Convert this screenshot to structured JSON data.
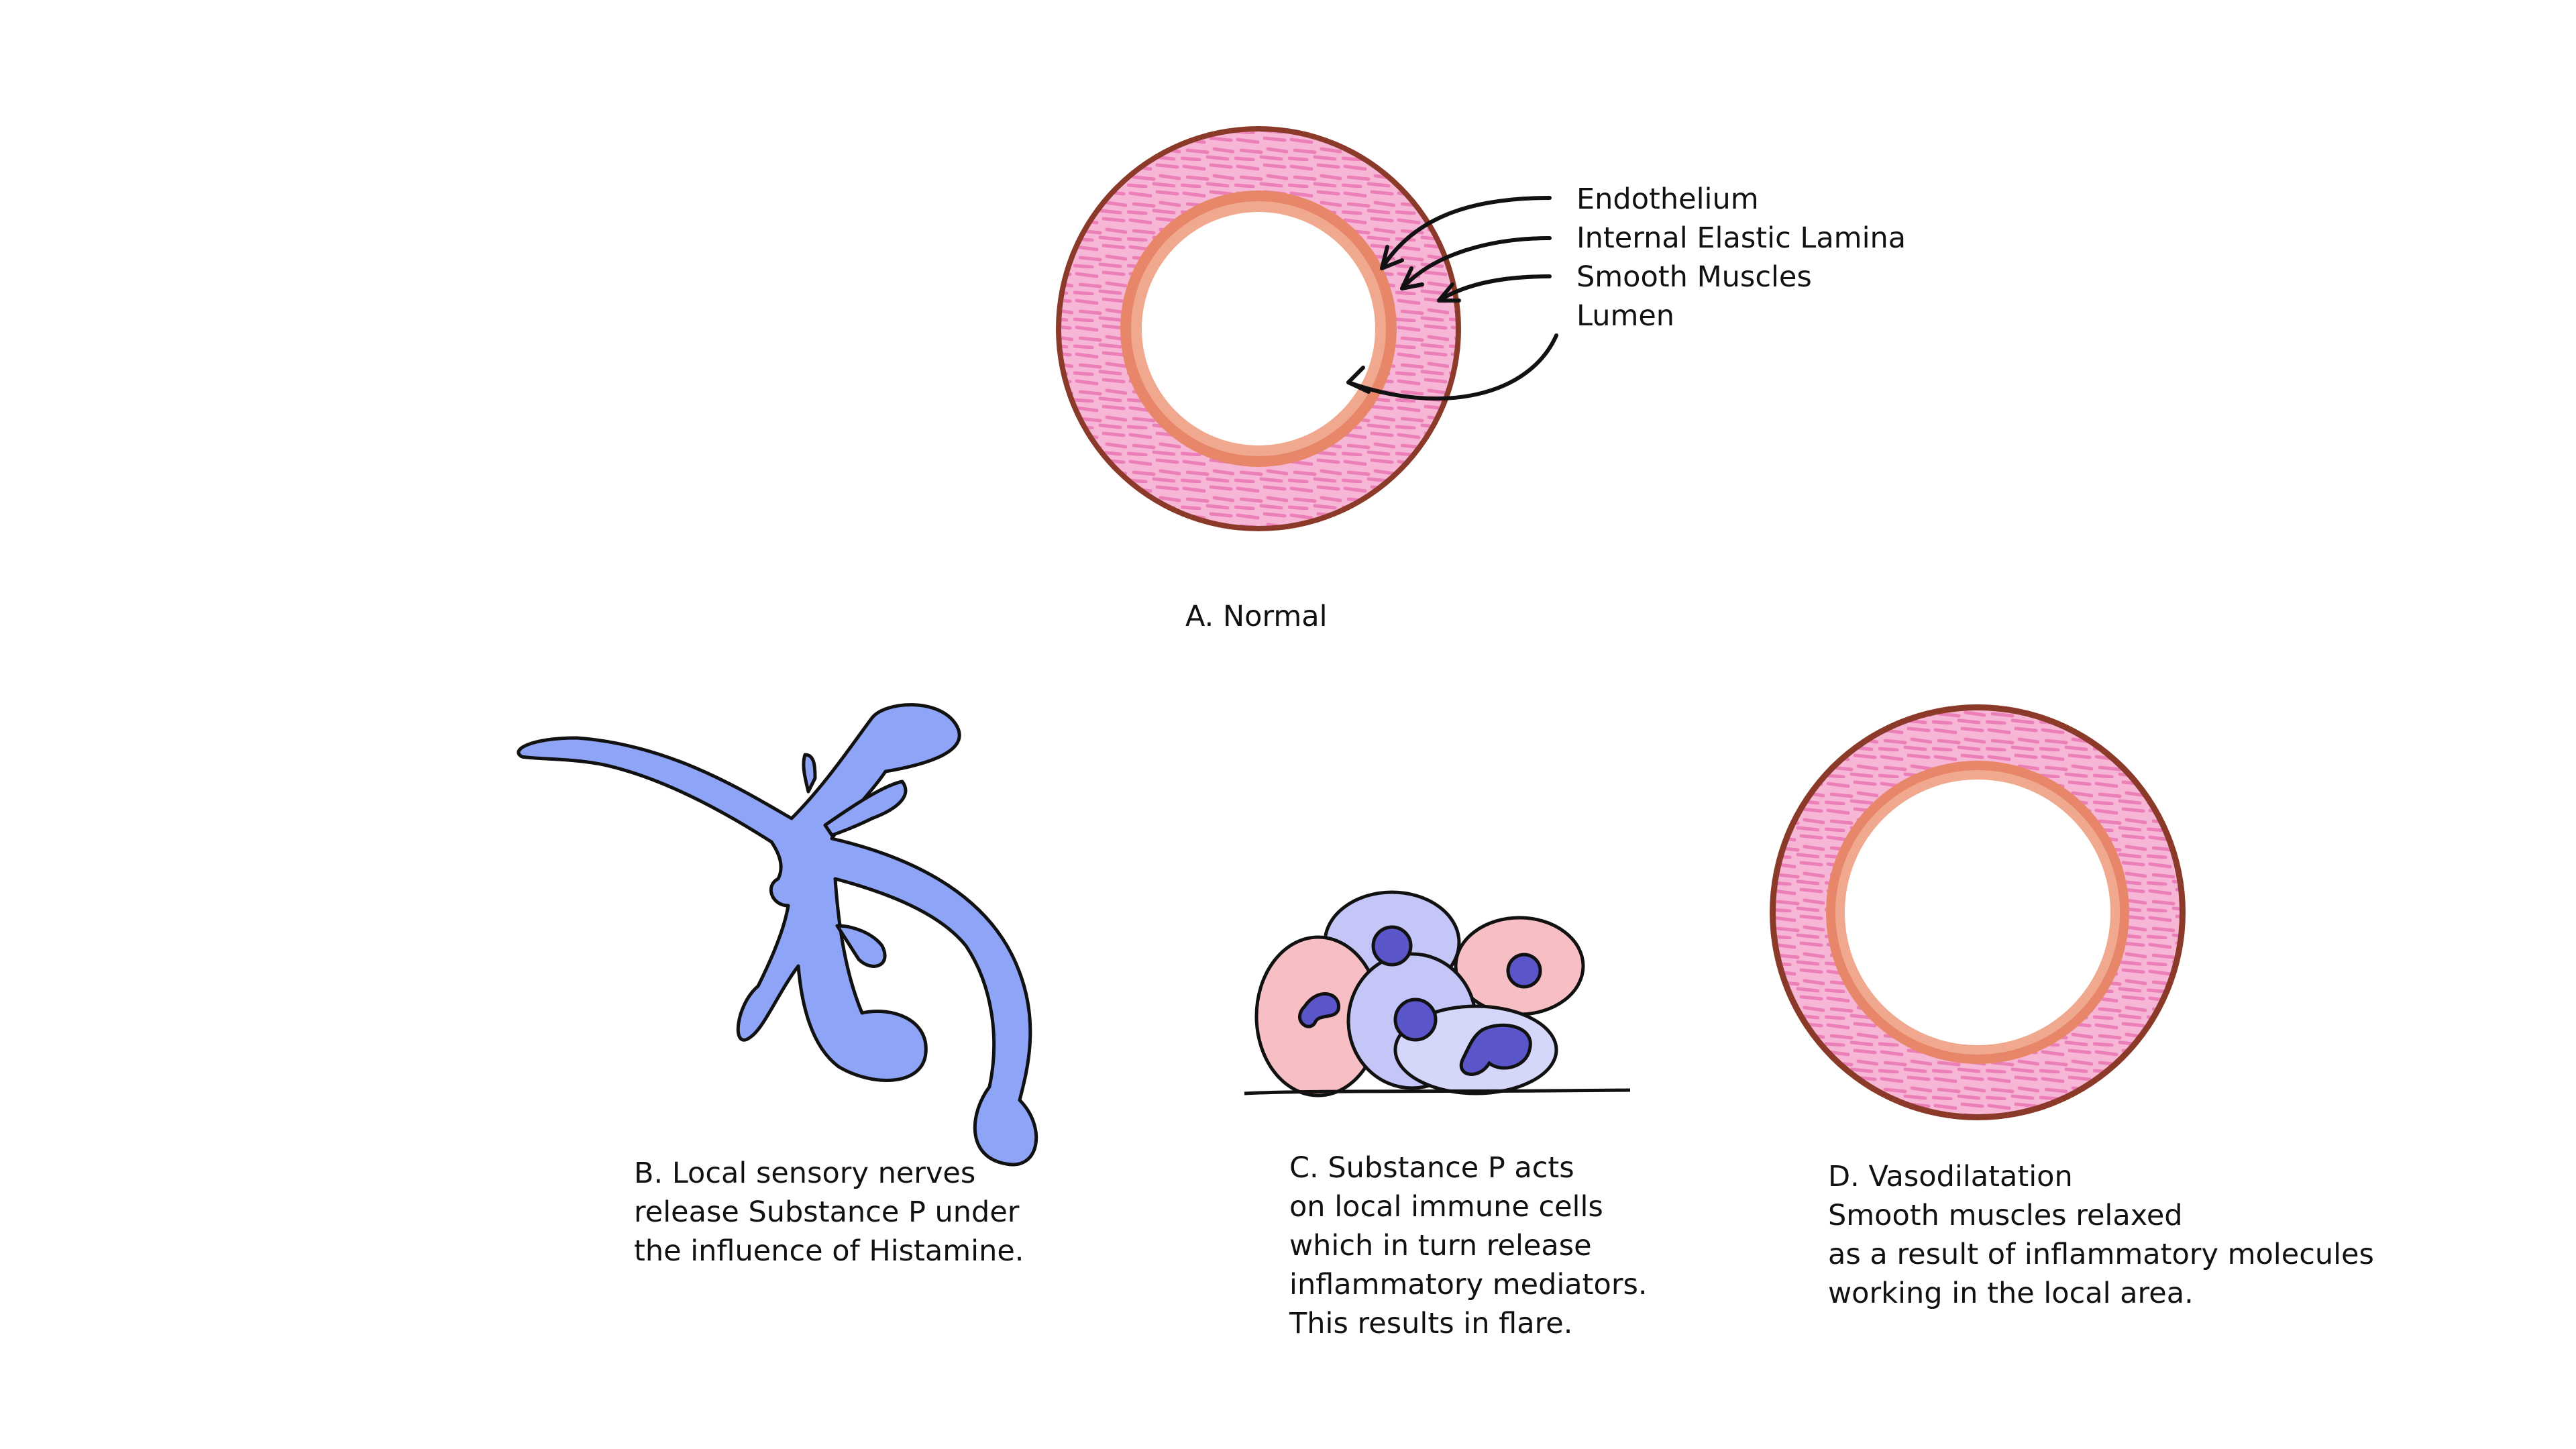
{
  "panel_a": {
    "caption": "A. Normal",
    "labels": [
      "Endothelium",
      "Internal Elastic Lamina",
      "Smooth Muscles",
      "Lumen"
    ]
  },
  "panel_b": {
    "lines": [
      "B. Local sensory nerves",
      "release Substance P under",
      "the influence of Histamine."
    ]
  },
  "panel_c": {
    "lines": [
      "C. Substance P acts",
      "on local immune cells",
      "which in turn release",
      "inflammatory mediators.",
      "This results in flare."
    ]
  },
  "panel_d": {
    "lines": [
      "D. Vasodilatation",
      "Smooth muscles relaxed",
      "as a result of inflammatory molecules",
      "working in the local area."
    ]
  },
  "colors": {
    "muscle_pink": "#ef93c2",
    "muscle_light": "#f6b9d8",
    "adventitia_brown": "#8b3a2a",
    "elastic_orange": "#e8866a",
    "nerve_blue": "#8ea4f7",
    "cell_blue": "#c3c6f7",
    "cell_pink": "#f7bfc4",
    "nucleus_indigo": "#5a55c9"
  }
}
